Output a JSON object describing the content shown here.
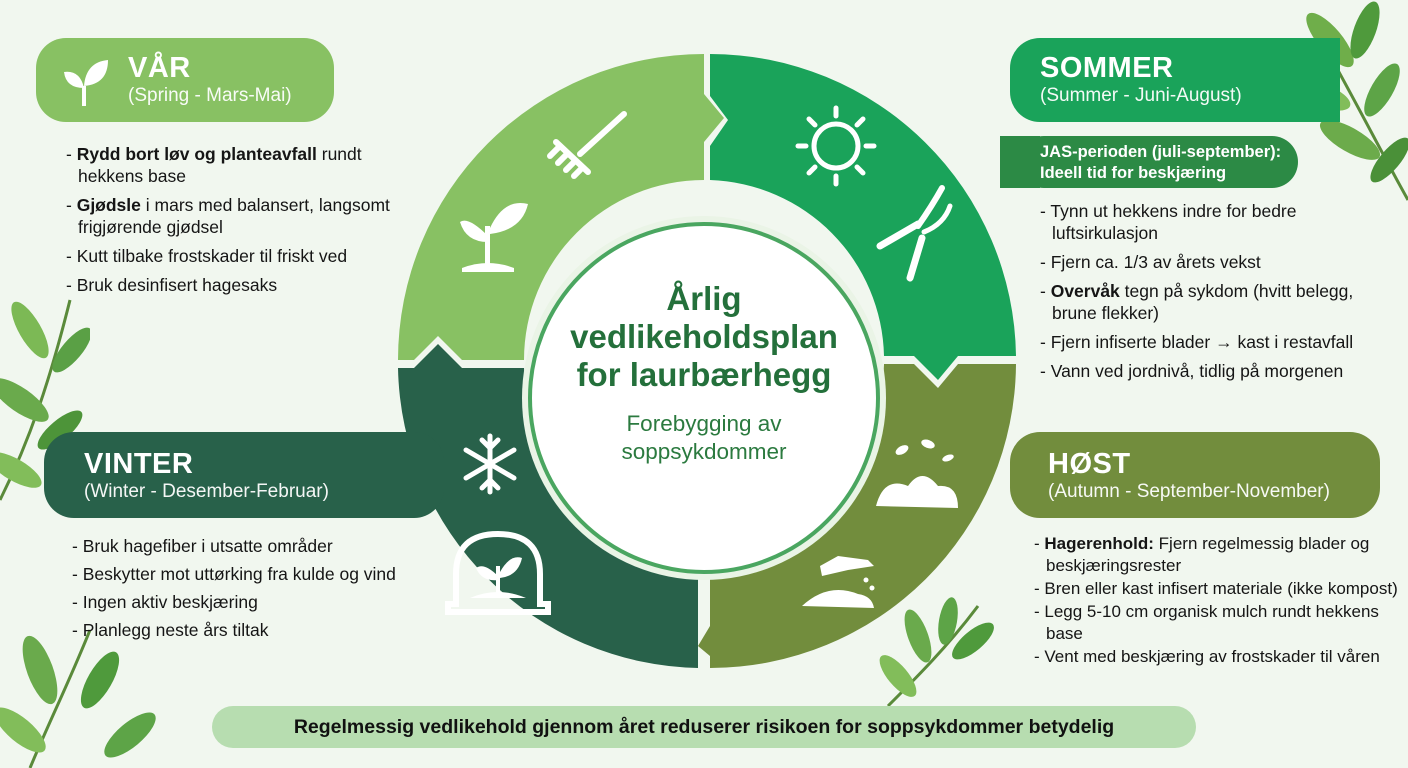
{
  "title": {
    "line1": "Årlig",
    "line2": "vedlikeholdsplan",
    "line3": "for laurbærhegg",
    "subtitle_line1": "Forebygging av",
    "subtitle_line2": "soppsykdommer"
  },
  "seasons": {
    "spring": {
      "name": "VÅR",
      "subtitle": "(Spring - Mars-Mai)",
      "color": "#88c163",
      "icons": [
        "sprout-icon",
        "rake-icon",
        "seedling-icon"
      ],
      "tasks": [
        {
          "bold": "Rydd bort løv og planteavfall",
          "text": " rundt hekkens base"
        },
        {
          "bold": "Gjødsle",
          "text": " i mars med balansert, langsomt frigjørende gjødsel"
        },
        {
          "bold": "",
          "text": "Kutt tilbake frostskader til friskt ved"
        },
        {
          "bold": "",
          "text": "Bruk desinfisert hagesaks"
        }
      ]
    },
    "summer": {
      "name": "SOMMER",
      "subtitle": "(Summer - Juni-August)",
      "color": "#1aa35a",
      "icons": [
        "sun-icon",
        "pruning-shears-icon"
      ],
      "highlight_line1": "JAS-perioden (juli-september):",
      "highlight_line2": "Ideell tid for beskjæring",
      "tasks": [
        {
          "bold": "",
          "text": "Tynn ut hekkens indre for bedre luftsirkulasjon"
        },
        {
          "bold": "",
          "text": "Fjern ca. 1/3 av årets vekst"
        },
        {
          "bold": "Overvåk",
          "text": " tegn på sykdom (hvitt belegg, brune flekker)"
        },
        {
          "bold": "",
          "text": "Fjern infiserte blader → kast i restavfall"
        },
        {
          "bold": "",
          "text": "Vann ved jordnivå, tidlig på morgenen"
        }
      ]
    },
    "winter": {
      "name": "VINTER",
      "subtitle": "(Winter - Desember-Februar)",
      "color": "#28614a",
      "icons": [
        "snowflake-icon",
        "plant-cover-icon"
      ],
      "tasks": [
        {
          "bold": "",
          "text": "Bruk hagefiber i utsatte områder"
        },
        {
          "bold": "",
          "text": "Beskytter mot uttørking fra kulde og vind"
        },
        {
          "bold": "",
          "text": "Ingen aktiv beskjæring"
        },
        {
          "bold": "",
          "text": "Planlegg neste års tiltak"
        }
      ]
    },
    "autumn": {
      "name": "HØST",
      "subtitle": "(Autumn - September-November)",
      "color": "#728d3d",
      "icons": [
        "leaf-pile-icon",
        "hand-mulch-icon"
      ],
      "tasks": [
        {
          "bold": "Hagerenhold:",
          "text": " Fjern regelmessig blader og beskjæringsrester"
        },
        {
          "bold": "",
          "text": "Bren eller kast infisert materiale (ikke kompost)"
        },
        {
          "bold": "",
          "text": "Legg 5-10 cm organisk mulch rundt hekkens base"
        },
        {
          "bold": "",
          "text": "Vent med beskjæring av frostskader til våren"
        }
      ]
    }
  },
  "footer": {
    "text": "Regelmessig vedlikehold gjennom året reduserer risikoen for soppsykdommer betydelig",
    "color": "#b7ddb0"
  }
}
